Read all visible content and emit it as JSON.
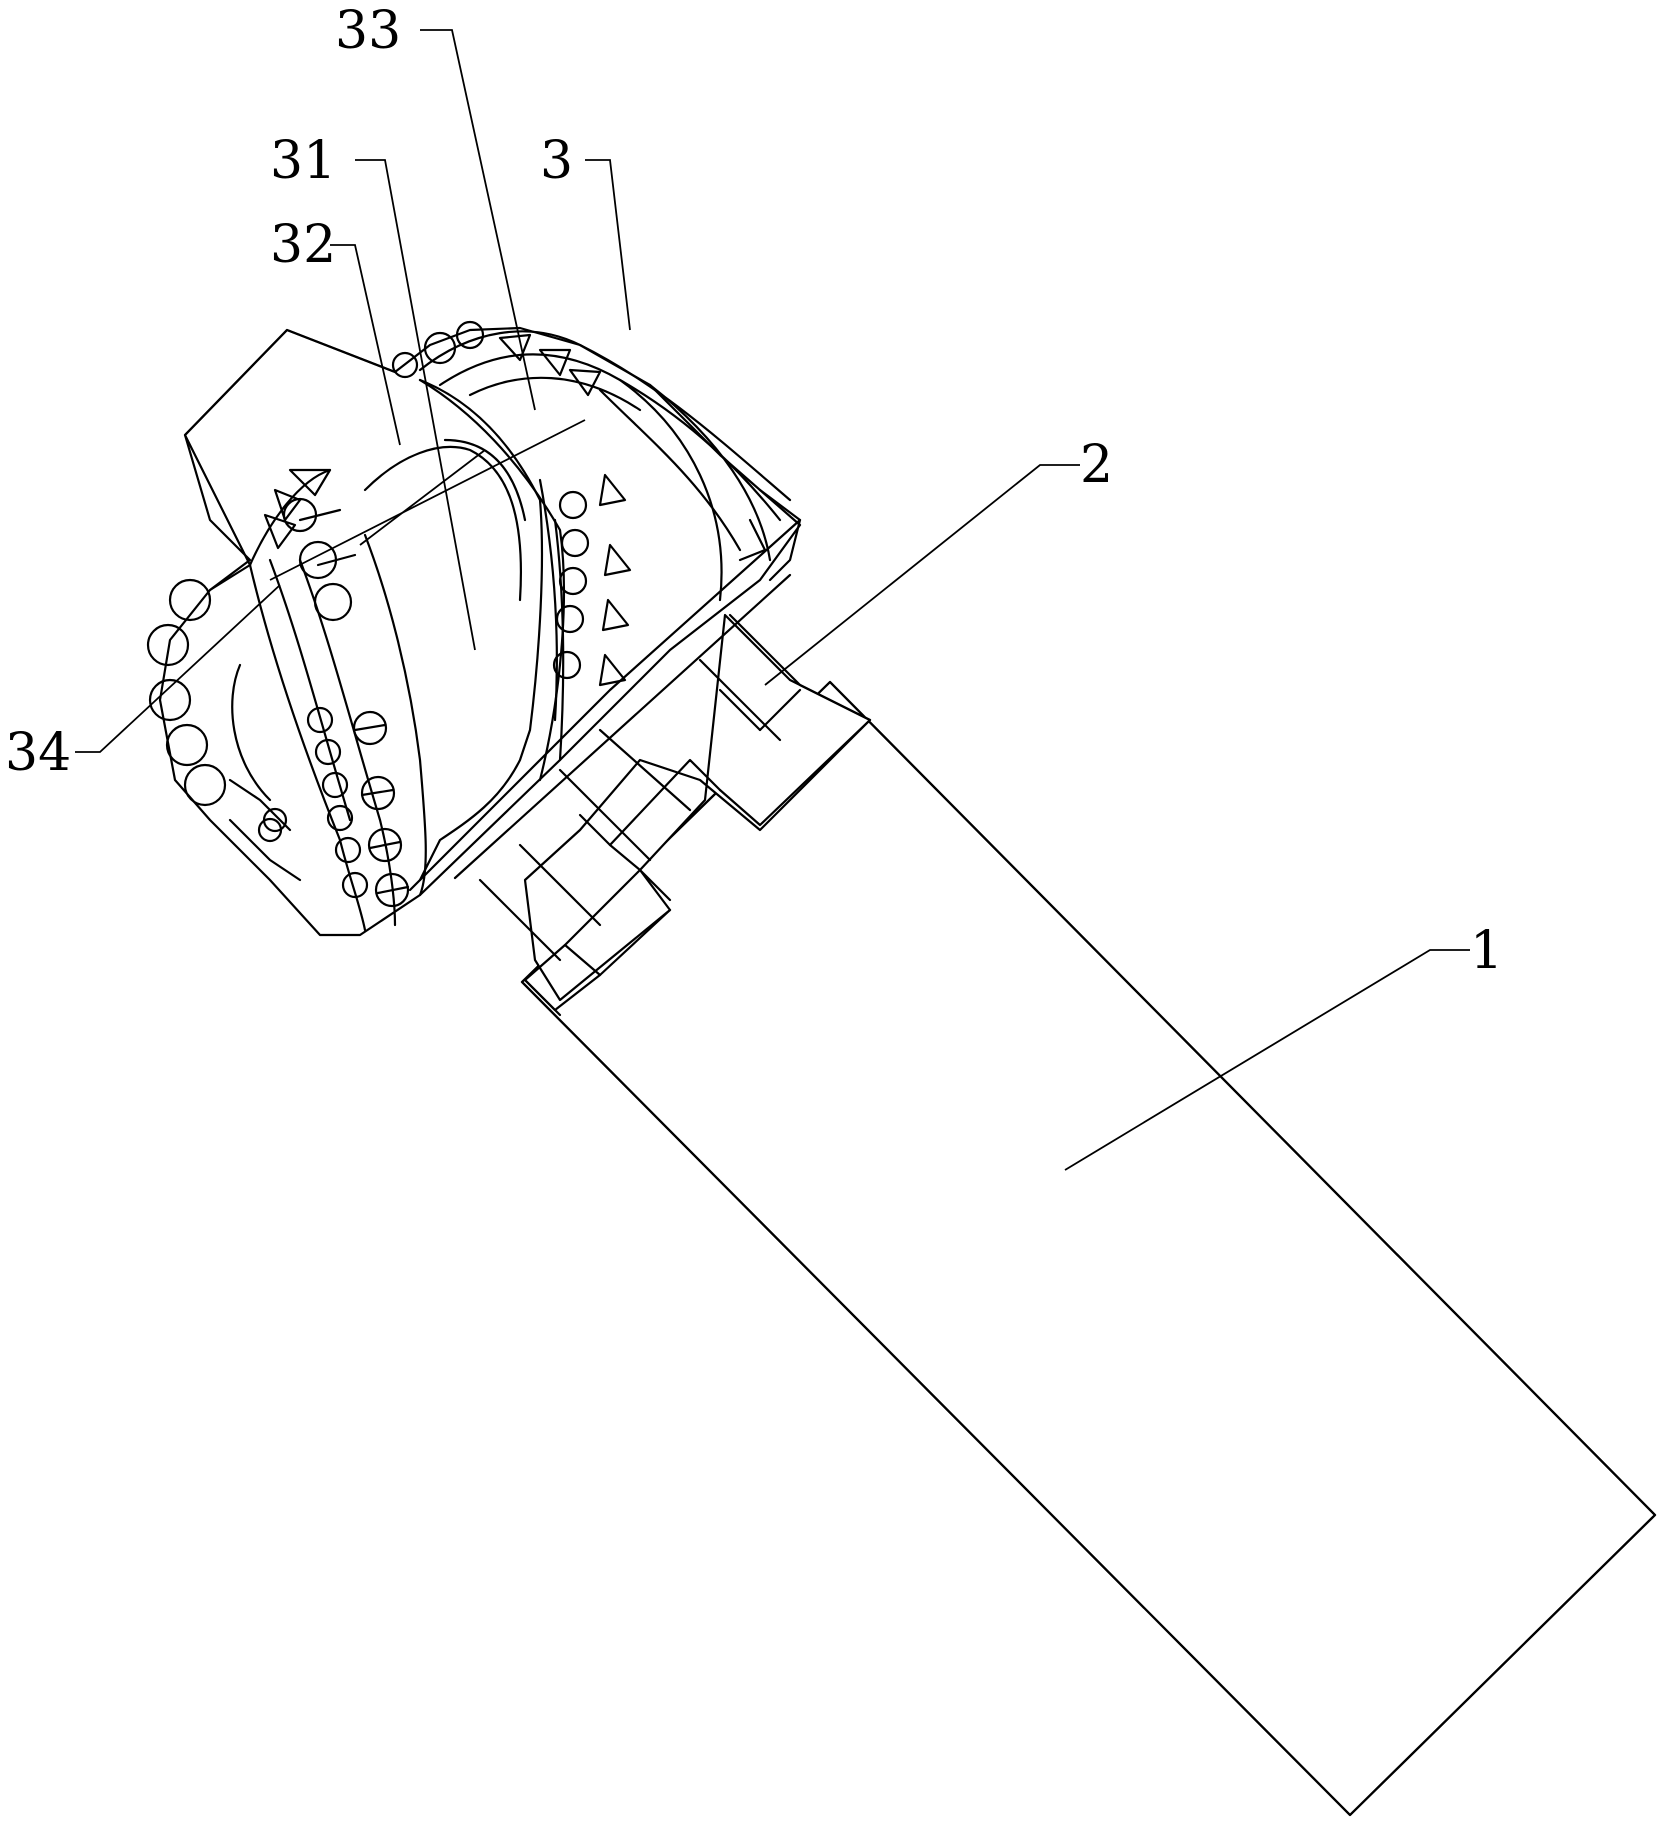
{
  "labels": {
    "l1": "1",
    "l2": "2",
    "l3": "3",
    "l31": "31",
    "l32": "32",
    "l33": "33",
    "l34": "34"
  }
}
